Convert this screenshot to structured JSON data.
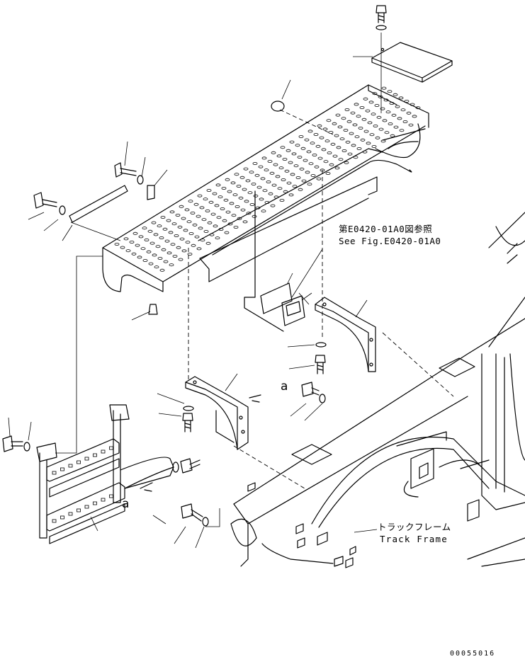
{
  "figure": {
    "reference_note": {
      "japanese": "第E0420-01A0図参照",
      "english": "See Fig.E0420-01A0"
    },
    "frame_label": {
      "japanese": "トラックフレーム",
      "english": "Track Frame"
    },
    "detail_marks": [
      "a",
      "a"
    ],
    "drawing_number": "00055016"
  }
}
